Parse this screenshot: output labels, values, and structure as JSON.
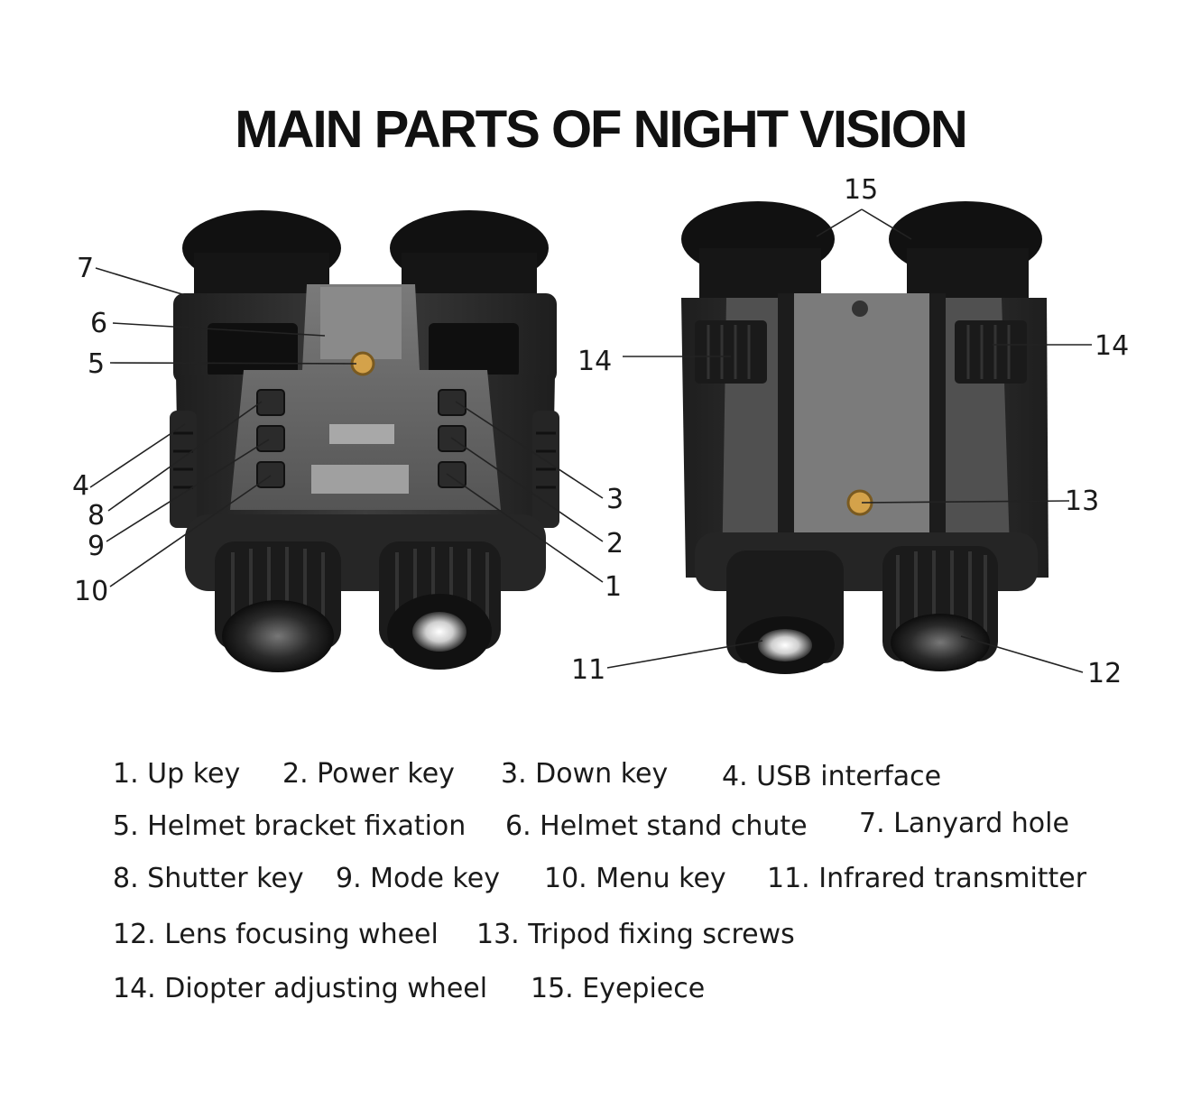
{
  "title": "MAIN PARTS OF NIGHT VISION",
  "callouts": [
    "1",
    "2",
    "3",
    "4",
    "5",
    "6",
    "7",
    "8",
    "9",
    "10",
    "11",
    "12",
    "13",
    "14",
    "14",
    "15"
  ],
  "legend": [
    "1. Up key",
    "2. Power key",
    "3. Down key",
    "4. USB interface",
    "5. Helmet bracket fixation",
    "6. Helmet stand chute",
    "7. Lanyard hole",
    "8. Shutter key",
    "9. Mode key",
    "10. Menu key",
    "11. Infrared transmitter",
    "12. Lens focusing wheel",
    "13. Tripod fixing screws",
    "14. Diopter adjusting wheel",
    "15. Eyepiece"
  ],
  "colors": {
    "body": "#3a3a3a",
    "body_dark": "#1c1c1c",
    "plate": "#6e6e6e",
    "screw": "#d4a24a"
  }
}
